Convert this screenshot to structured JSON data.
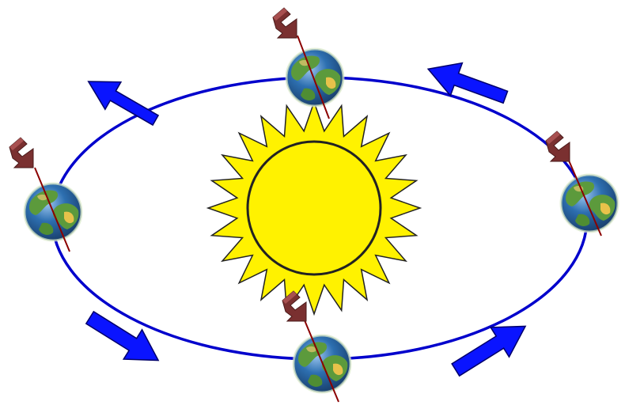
{
  "diagram": {
    "colors": {
      "background": "#ffffff",
      "orbit": "#0000cc",
      "sun_fill": "#fff200",
      "sun_stroke": "#222222",
      "direction_arrow": "#0a14ff",
      "direction_arrow_stroke": "#00006a",
      "rotation_arrow": "#7a3030",
      "axis_line": "#8b0000",
      "ocean": "#2d6fb0",
      "land": "#5c9a3c",
      "desert": "#e8c24a"
    },
    "orbit_direction": "counter-clockwise",
    "rotation_direction": "counter-clockwise",
    "earths": [
      {
        "name": "earth-top"
      },
      {
        "name": "earth-right"
      },
      {
        "name": "earth-bottom"
      },
      {
        "name": "earth-left"
      }
    ],
    "orbit_arrows": [
      {
        "name": "orbit-arrow-top-left"
      },
      {
        "name": "orbit-arrow-top-right"
      },
      {
        "name": "orbit-arrow-bottom-left"
      },
      {
        "name": "orbit-arrow-bottom-right"
      }
    ]
  }
}
